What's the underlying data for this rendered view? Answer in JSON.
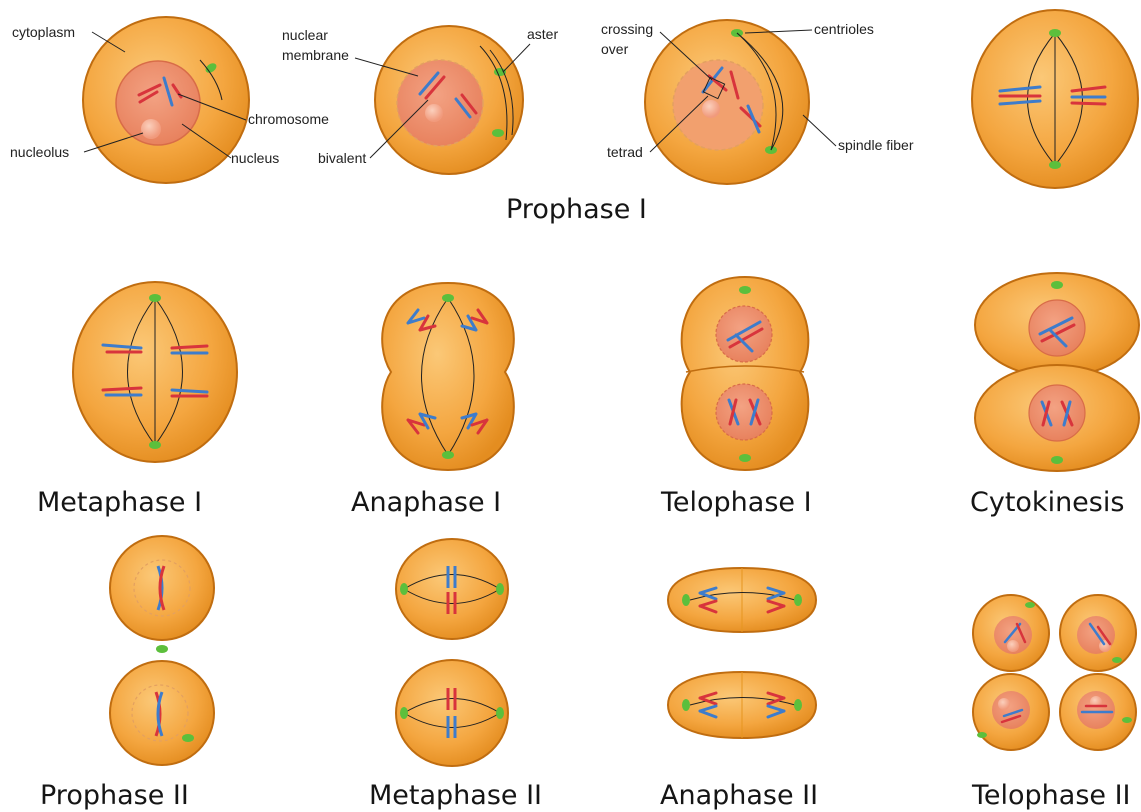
{
  "colors": {
    "cell_fill": "#f4a640",
    "cell_edge": "#c06d10",
    "nucleus_fill": "#ee8a66",
    "nucleolus_fill": "#f7b49a",
    "chromosome_red": "#d8343c",
    "chromosome_blue": "#3d7ccc",
    "centriole_green": "#5cbf3c"
  },
  "labels": {
    "cytoplasm": "cytoplasm",
    "nucleolus": "nucleolus",
    "chromosome": "chromosome",
    "nucleus": "nucleus",
    "nuclear_membrane_1": "nuclear",
    "nuclear_membrane_2": "membrane",
    "aster": "aster",
    "bivalent": "bivalent",
    "crossing_over_1": "crossing",
    "crossing_over_2": "over",
    "tetrad": "tetrad",
    "centrioles": "centrioles",
    "spindle_fiber": "spindle fiber"
  },
  "stages": {
    "prophase_1": "Prophase I",
    "metaphase_1": "Metaphase I",
    "anaphase_1": "Anaphase I",
    "telophase_1": "Telophase I",
    "cytokinesis": "Cytokinesis",
    "prophase_2": "Prophase II",
    "metaphase_2": "Metaphase II",
    "anaphase_2": "Anaphase II",
    "telophase_2": "Telophase II"
  }
}
